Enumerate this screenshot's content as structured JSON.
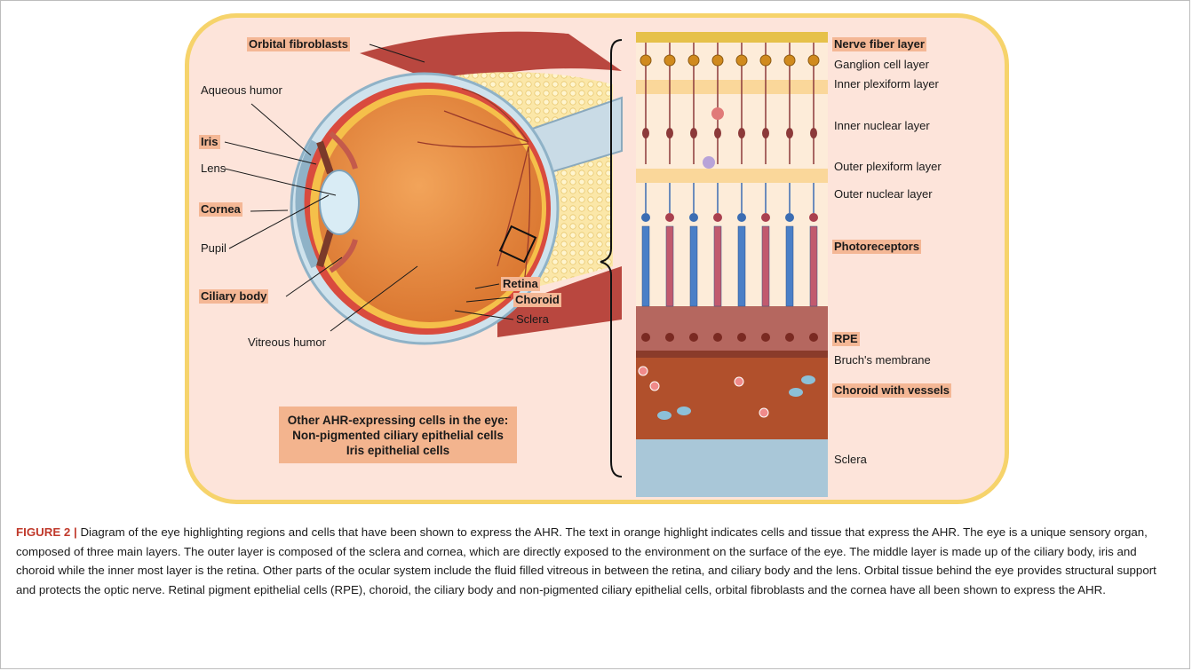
{
  "eye_labels": {
    "orbital_fibroblasts": "Orbital fibroblasts",
    "aqueous_humor": "Aqueous humor",
    "iris": "Iris",
    "lens": "Lens",
    "cornea": "Cornea",
    "pupil": "Pupil",
    "ciliary_body": "Ciliary body",
    "retina": "Retina",
    "choroid": "Choroid",
    "sclera": "Sclera",
    "vitreous_humor": "Vitreous humor"
  },
  "note": {
    "line1": "Other AHR-expressing cells in the eye:",
    "line2": "Non-pigmented ciliary epithelial cells",
    "line3": "Iris epithelial cells"
  },
  "layer_labels": {
    "nerve_fiber": "Nerve fiber layer",
    "ganglion": "Ganglion cell layer",
    "inner_plexiform": "Inner plexiform layer",
    "inner_nuclear": "Inner nuclear layer",
    "outer_plexiform": "Outer plexiform layer",
    "outer_nuclear": "Outer nuclear layer",
    "photoreceptors": "Photoreceptors",
    "rpe": "RPE",
    "bruchs": "Bruch's membrane",
    "choroid_vessels": "Choroid with vessels",
    "sclera": "Sclera"
  },
  "highlight_color": "#f4b795",
  "caption": {
    "figure_label": "FIGURE 2 |",
    "text": " Diagram of the eye highlighting regions and cells that have been shown to express the AHR. The text in orange highlight indicates cells and tissue that express the AHR. The eye is a unique sensory organ, composed of three main layers. The outer layer is composed of the sclera and cornea, which are directly exposed to the environment on the surface of the eye. The middle layer is made up of the ciliary body, iris and choroid while the inner most layer is the retina. Other parts of the ocular system include the fluid filled vitreous in between the retina, and ciliary body and the lens. Orbital tissue behind the eye provides structural support and protects the optic nerve. Retinal pigment epithelial cells (RPE), choroid, the ciliary body and non-pigmented ciliary epithelial cells, orbital fibroblasts and the cornea have all been shown to express the AHR."
  }
}
